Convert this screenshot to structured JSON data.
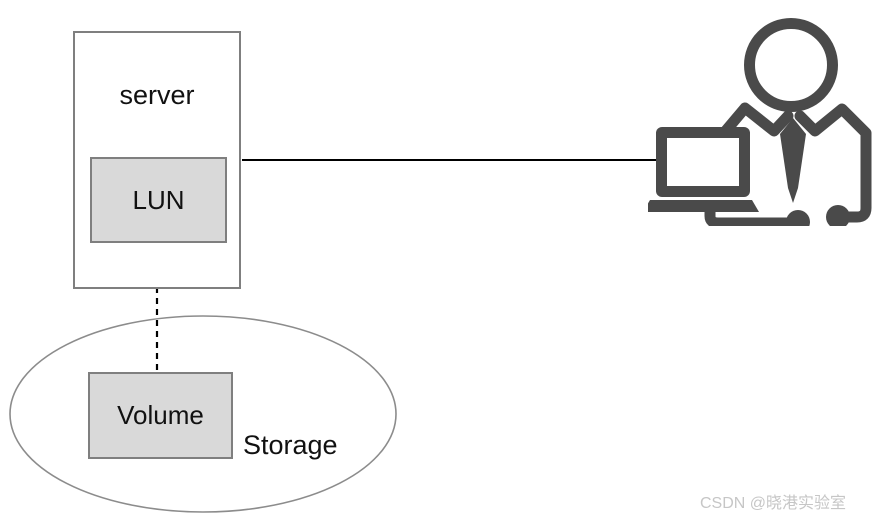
{
  "diagram": {
    "server_label": "server",
    "lun_label": "LUN",
    "volume_label": "Volume",
    "storage_label": "Storage"
  },
  "icons": {
    "user_workstation": "admin-user-with-laptop-icon"
  },
  "colors": {
    "box_fill": "#d9d9d9",
    "box_border": "#7f7f7f",
    "ellipse_stroke": "#8c8c8c",
    "connector_solid": "#000000",
    "connector_dashed": "#000000",
    "icon_color": "#4a4a4a",
    "watermark_color": "#c6c6c6"
  },
  "watermark": "CSDN @晓港实验室"
}
